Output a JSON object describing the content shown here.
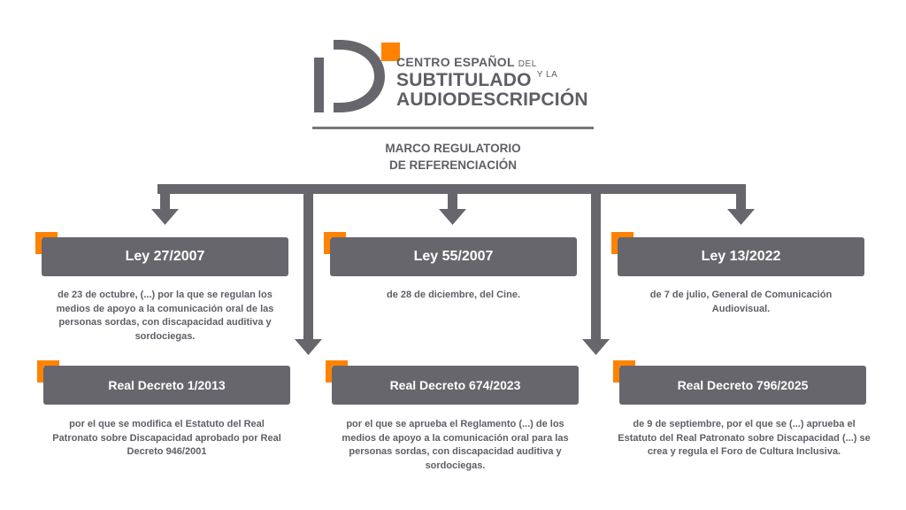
{
  "logo": {
    "line1_main": "CENTRO ESPAÑOL",
    "line1_small": "DEL",
    "line2_main": "SUBTITULADO",
    "line2_small": "Y LA",
    "line3": "AUDIODESCRIPCIÓN",
    "accent_color": "#ff8200",
    "main_color": "#5f5e66",
    "mark_icon": "cesya-d-logo"
  },
  "title": {
    "line1": "MARCO REGULATORIO",
    "line2": "DE REFERENCIACIÓN"
  },
  "laws": [
    {
      "name": "Ley 27/2007",
      "description": "de 23 de octubre, (...) por la que se regulan los medios de apoyo a la comunicación oral de las personas sordas, con discapacidad auditiva y sordociegas."
    },
    {
      "name": "Ley 55/2007",
      "description": "de 28 de diciembre, del Cine."
    },
    {
      "name": "Ley 13/2022",
      "description": "de 7 de julio, General de Comunicación Audiovisual."
    }
  ],
  "decrees": [
    {
      "name": "Real Decreto 1/2013",
      "description": "por el que se modifica el Estatuto del Real Patronato sobre Discapacidad aprobado por Real Decreto 946/2001"
    },
    {
      "name": "Real Decreto 674/2023",
      "description": "por el que se aprueba el Reglamento (...) de los medios de apoyo a la comunicación oral para las personas sordas, con discapacidad auditiva y sordociegas."
    },
    {
      "name": "Real Decreto 796/2025",
      "description": "de 9 de septiembre, por el que se (...) aprueba el Estatuto del Real Patronato sobre Discapacidad (...) se crea y regula el Foro de Cultura Inclusiva."
    }
  ],
  "colors": {
    "box_fill": "#67666d",
    "connector": "#67666d",
    "accent": "#ff8200"
  }
}
